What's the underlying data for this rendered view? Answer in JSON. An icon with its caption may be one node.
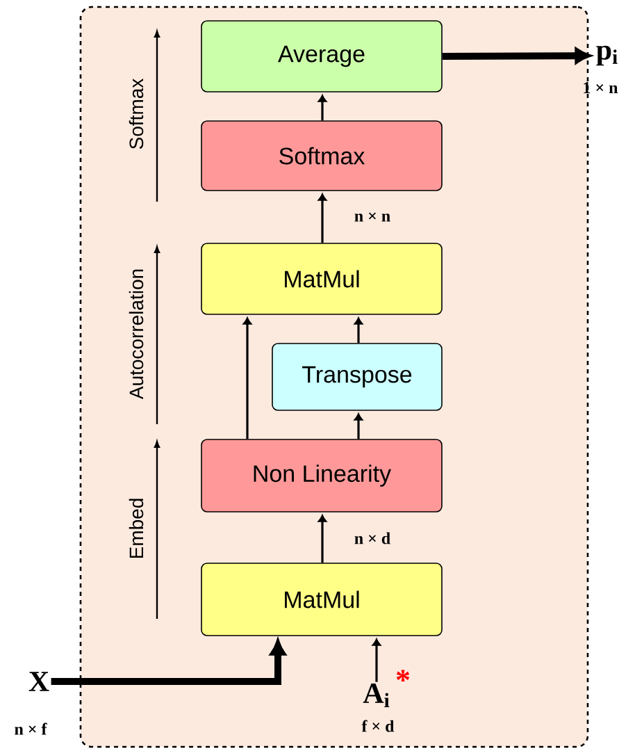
{
  "diagram": {
    "nodes": [
      {
        "text": [],
        "shape": "box"
      },
      {
        "text": [
          "Average"
        ],
        "in": 0
      },
      {
        "text": [
          "Softmax"
        ],
        "in": 0
      },
      {
        "text": [
          "MatMul"
        ],
        "in": 0
      },
      {
        "text": [
          "Transpose"
        ],
        "in": 0
      },
      {
        "text": [
          "Non Linearity"
        ],
        "in": 0
      },
      {
        "text": [
          "MatMul"
        ],
        "in": 0
      },
      {
        "text": [
          "X"
        ],
        "beside": [
          "n × f"
        ]
      },
      {
        "text": [
          "p$_{i}$"
        ],
        "beside": [
          "1 × n"
        ]
      },
      {
        "text": [
          "A$_{i}$"
        ],
        "beside": [
          "*",
          "f × d"
        ],
        "in": 0
      }
    ],
    "edges": [
      {
        "from": 6,
        "to": 5,
        "arrow": "to",
        "label": "n × d"
      },
      {
        "from": 5,
        "to": 3,
        "arrow": "to"
      },
      {
        "from": 5,
        "to": 4,
        "arrow": "to"
      },
      {
        "from": 4,
        "to": 3,
        "arrow": "to"
      },
      {
        "from": 3,
        "to": 2,
        "arrow": "to",
        "label": "n × n"
      },
      {
        "from": 2,
        "to": 1,
        "arrow": "to"
      },
      {
        "from": 1,
        "to": 8,
        "arrow": "to",
        "style": "thick"
      },
      {
        "from": 7,
        "to": 6,
        "arrow": "to",
        "style": "thick"
      },
      {
        "from": 9,
        "to": 6,
        "arrow": "to"
      }
    ],
    "labels": [
      "Softmax",
      "Autocorrelation",
      "Embed"
    ]
  }
}
